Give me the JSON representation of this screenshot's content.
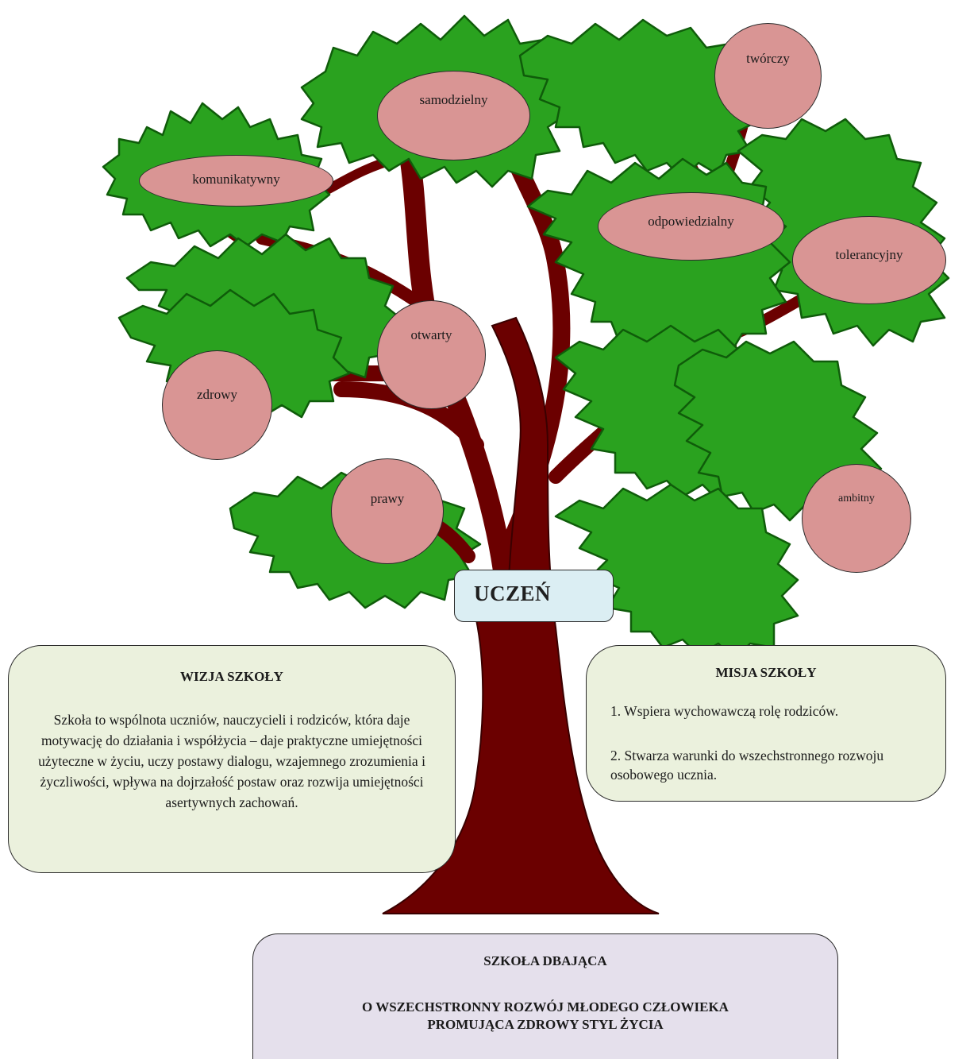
{
  "tree": {
    "trunk_color": "#6b0000",
    "leaf_color": "#2aa21f",
    "leaf_outline": "#0f5c0a"
  },
  "title": "UCZEŃ",
  "traits": [
    {
      "key": "tworczy",
      "label": "twórczy"
    },
    {
      "key": "samodzielny",
      "label": "samodzielny"
    },
    {
      "key": "komunikatywny",
      "label": "komunikatywny"
    },
    {
      "key": "odpowiedzialny",
      "label": "odpowiedzialny"
    },
    {
      "key": "tolerancyjny",
      "label": "tolerancyjny"
    },
    {
      "key": "otwarty",
      "label": "otwarty"
    },
    {
      "key": "zdrowy",
      "label": "zdrowy"
    },
    {
      "key": "prawy",
      "label": "prawy"
    },
    {
      "key": "ambitny",
      "label": "ambitny"
    }
  ],
  "vision": {
    "heading": "WIZJA SZKOŁY",
    "text": "Szkoła to wspólnota uczniów, nauczycieli i rodziców, która daje motywację do działania i współżycia – daje praktyczne umiejętności użyteczne w życiu, uczy postawy dialogu, wzajemnego zrozumienia i życzliwości, wpływa na dojrzałość postaw oraz rozwija umiejętności asertywnych zachowań."
  },
  "mission": {
    "heading": "MISJA SZKOŁY",
    "items": [
      "1. Wspiera wychowawczą rolę rodziców.",
      "2. Stwarza warunki do wszechstronnego rozwoju osobowego ucznia."
    ]
  },
  "motto": {
    "line1": "SZKOŁA DBAJĄCA",
    "line2": "O WSZECHSTRONNY ROZWÓJ MŁODEGO CZŁOWIEKA",
    "line3": "PROMUJĄCA ZDROWY STYL ŻYCIA"
  }
}
